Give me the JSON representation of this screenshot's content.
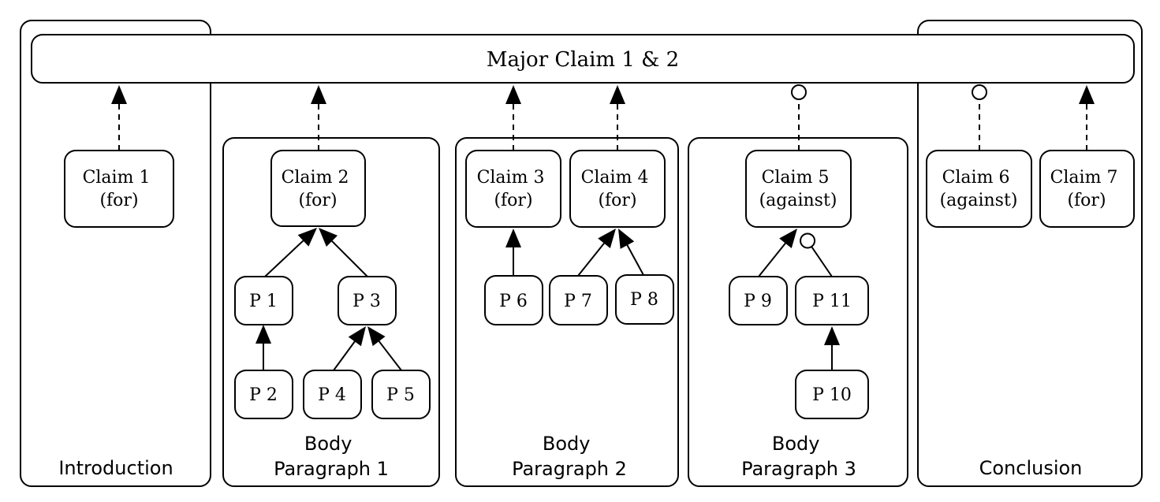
{
  "major_claim": "Major Claim 1 & 2",
  "sections": {
    "introduction": [
      "Introduction"
    ],
    "body1": [
      "Body",
      "Paragraph 1"
    ],
    "body2": [
      "Body",
      "Paragraph 2"
    ],
    "body3": [
      "Body",
      "Paragraph 3"
    ],
    "conclusion": [
      "Conclusion"
    ]
  },
  "claims": {
    "c1": [
      "Claim 1",
      "(for)"
    ],
    "c2": [
      "Claim 2",
      "(for)"
    ],
    "c3": [
      "Claim 3",
      "(for)"
    ],
    "c4": [
      "Claim 4",
      "(for)"
    ],
    "c5": [
      "Claim 5",
      "(against)"
    ],
    "c6": [
      "Claim 6",
      "(against)"
    ],
    "c7": [
      "Claim 7",
      "(for)"
    ]
  },
  "premises": {
    "p1": "P 1",
    "p2": "P 2",
    "p3": "P 3",
    "p4": "P 4",
    "p5": "P 5",
    "p6": "P 6",
    "p7": "P 7",
    "p8": "P 8",
    "p9": "P 9",
    "p10": "P 10",
    "p11": "P 11"
  },
  "relations": [
    {
      "from": "c1",
      "to": "major",
      "kind": "support",
      "style": "dashed"
    },
    {
      "from": "c2",
      "to": "major",
      "kind": "support",
      "style": "dashed"
    },
    {
      "from": "c3",
      "to": "major",
      "kind": "support",
      "style": "dashed"
    },
    {
      "from": "c4",
      "to": "major",
      "kind": "support",
      "style": "dashed"
    },
    {
      "from": "c5",
      "to": "major",
      "kind": "attack",
      "style": "dashed"
    },
    {
      "from": "c6",
      "to": "major",
      "kind": "attack",
      "style": "dashed"
    },
    {
      "from": "c7",
      "to": "major",
      "kind": "support",
      "style": "dashed"
    },
    {
      "from": "p1",
      "to": "c2",
      "kind": "support",
      "style": "solid"
    },
    {
      "from": "p3",
      "to": "c2",
      "kind": "support",
      "style": "solid"
    },
    {
      "from": "p2",
      "to": "p1",
      "kind": "support",
      "style": "solid"
    },
    {
      "from": "p4",
      "to": "p3",
      "kind": "support",
      "style": "solid"
    },
    {
      "from": "p5",
      "to": "p3",
      "kind": "support",
      "style": "solid"
    },
    {
      "from": "p6",
      "to": "c3",
      "kind": "support",
      "style": "solid"
    },
    {
      "from": "p7",
      "to": "c4",
      "kind": "support",
      "style": "solid"
    },
    {
      "from": "p8",
      "to": "c4",
      "kind": "support",
      "style": "solid"
    },
    {
      "from": "p9",
      "to": "c5",
      "kind": "support",
      "style": "solid"
    },
    {
      "from": "p11",
      "to": "c5",
      "kind": "attack",
      "style": "solid"
    },
    {
      "from": "p10",
      "to": "p11",
      "kind": "support",
      "style": "solid"
    }
  ]
}
